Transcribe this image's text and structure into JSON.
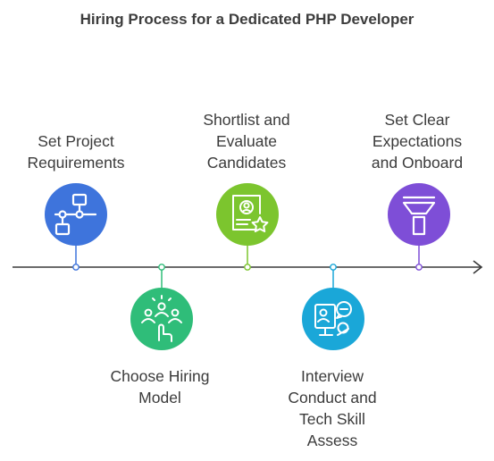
{
  "title": "Hiring Process for a Dedicated PHP Developer",
  "steps": [
    {
      "label_lines": [
        "Set Project",
        "Requirements"
      ],
      "icon": "flowchart-icon",
      "color": "#3e74dc"
    },
    {
      "label_lines": [
        "Choose Hiring",
        "Model"
      ],
      "icon": "team-selection-icon",
      "color": "#2fbd79"
    },
    {
      "label_lines": [
        "Shortlist and",
        "Evaluate",
        "Candidates"
      ],
      "icon": "candidate-profile-star-icon",
      "color": "#7cc52e"
    },
    {
      "label_lines": [
        "Interview",
        "Conduct and",
        "Tech Skill",
        "Assess"
      ],
      "icon": "video-interview-icon",
      "color": "#1aa7d8"
    },
    {
      "label_lines": [
        "Set Clear",
        "Expectations",
        "and Onboard"
      ],
      "icon": "funnel-icon",
      "color": "#7e4ed7"
    }
  ]
}
